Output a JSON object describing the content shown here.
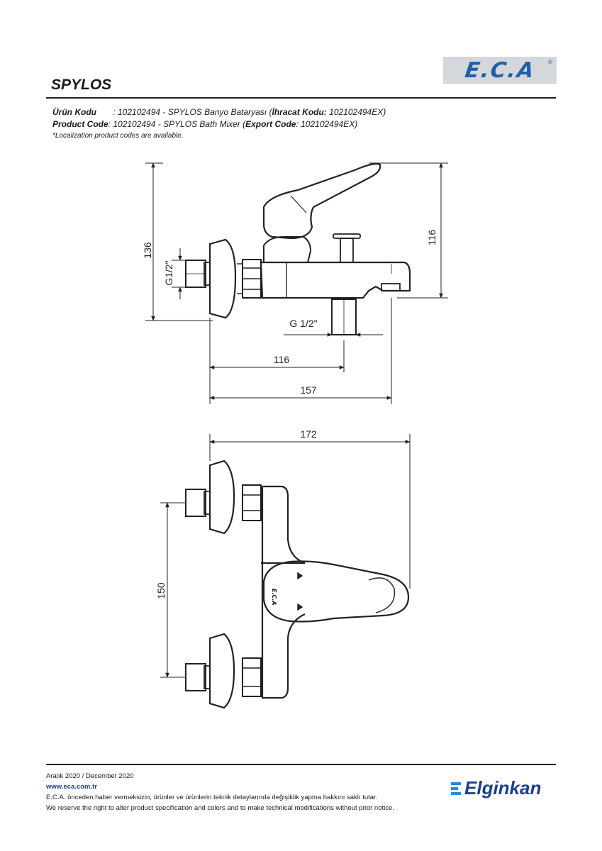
{
  "header": {
    "logo_text": "E.C.A",
    "logo_reg": "®",
    "title": "SPYLOS"
  },
  "codes": {
    "line1_label": "Ürün Kodu",
    "line1_value": "       : 102102494 - SPYLOS Banyo Bataryası (",
    "line1_export_label": "İhracat Kodu:",
    "line1_export_value": " 102102494EX)",
    "line2_label": "Product Code",
    "line2_value": ": 102102494 - SPYLOS Bath Mixer (",
    "line2_export_label": "Export Code",
    "line2_export_value": ": 102102494EX)",
    "note": "*Localization product codes are available."
  },
  "dimensions": {
    "d136": "136",
    "d116_right": "116",
    "g12_left": "G1/2\"",
    "g12_bottom": "G 1/2\"",
    "d116_bottom": "116",
    "d157": "157",
    "d172": "172",
    "d150": "150",
    "handle_logo": "E.C.A"
  },
  "footer": {
    "date": "Aralık 2020 / December 2020",
    "url": "www.eca.com.tr",
    "tr_notice": "E.C.A. önceden haber vermeksizin, ürünler ve ürünlerin teknik detaylarında değişiklik yapma hakkını saklı tutar.",
    "en_notice": "We reserve the right to alter product specification and colors and to make technical modifications without prior notice."
  },
  "brand": {
    "name": "Elginkan"
  }
}
